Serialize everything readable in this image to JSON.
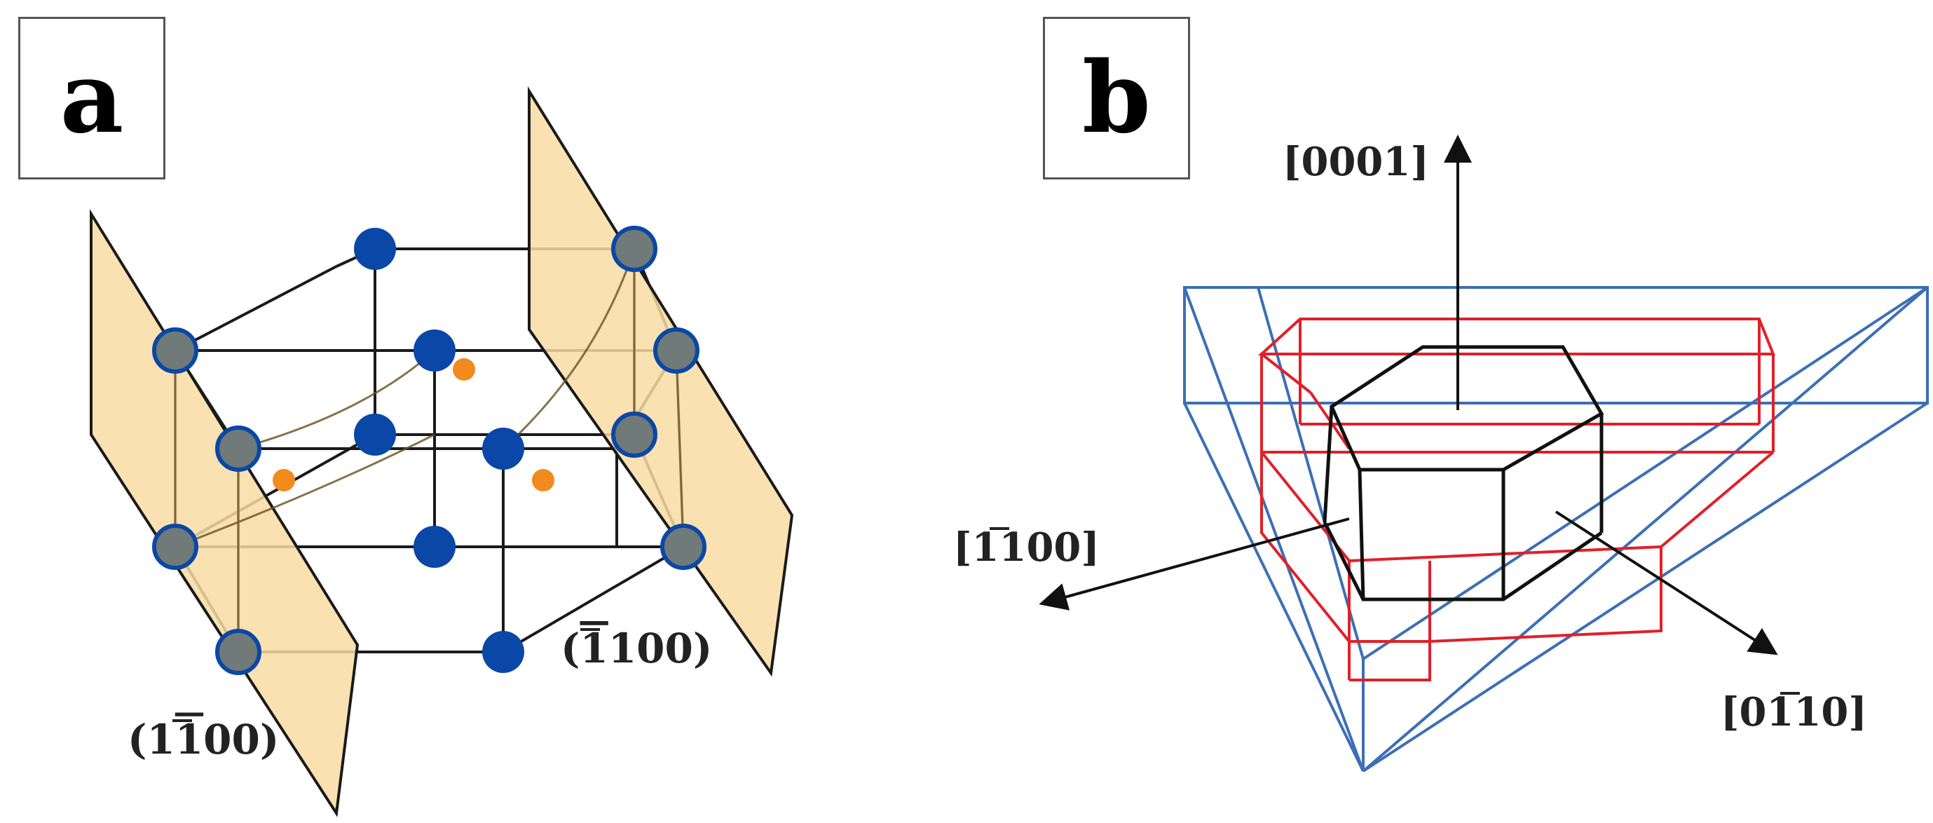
{
  "panels": {
    "a": {
      "label": "a",
      "plane_labels": {
        "right": {
          "open": "(",
          "bar": "1",
          "rest": "100",
          "close": ")"
        },
        "left": {
          "open": "(1",
          "bar": "1",
          "rest": "00",
          "close": ")"
        }
      }
    },
    "b": {
      "label": "b",
      "directions": {
        "up": "[0001]",
        "left": {
          "open": "[1",
          "bar": "1",
          "rest": "00]"
        },
        "right": {
          "open": "[01",
          "bar": "1",
          "rest": "0]"
        }
      }
    }
  },
  "colors": {
    "plane_fill": "#F8DCA5",
    "plane_edge": "#1a1a1a",
    "atom_blue": "#0A47A6",
    "atom_gray": "#707A78",
    "atom_orange": "#F28A1E",
    "lattice_line": "#1a1a1a",
    "blue_prism": "#3C6FB5",
    "red_prism": "#E0202A",
    "hexagon": "#111111"
  }
}
